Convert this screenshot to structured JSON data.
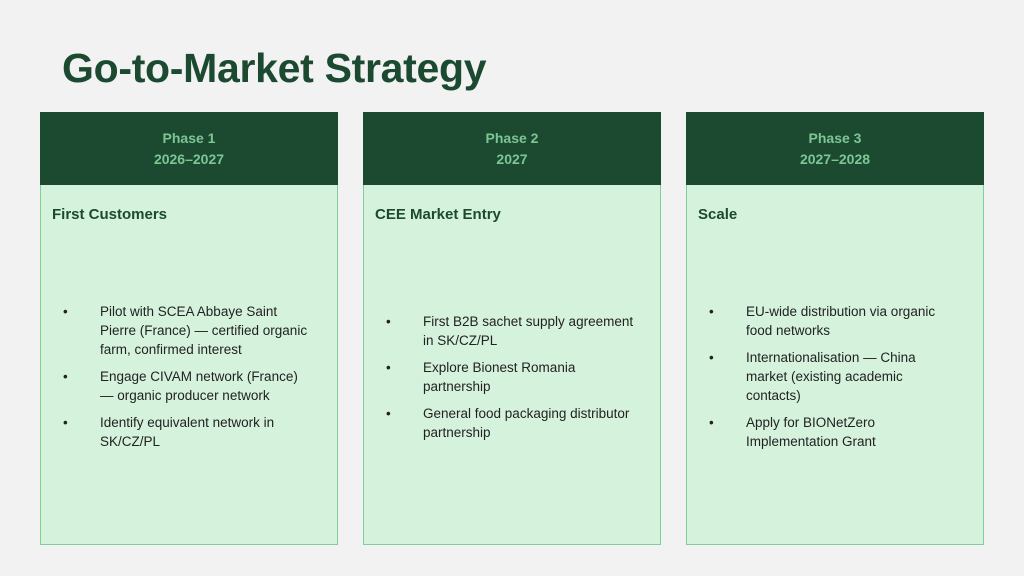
{
  "title": "Go-to-Market Strategy",
  "columns": [
    {
      "phase": "Phase 1",
      "years": "2026–2027",
      "heading": "First Customers",
      "bullets": [
        "Pilot with SCEA Abbaye Saint Pierre (France) — certified organic farm, confirmed interest",
        "Engage CIVAM network (France) — organic producer network",
        "Identify equivalent network in SK/CZ/PL"
      ]
    },
    {
      "phase": "Phase 2",
      "years": "2027",
      "heading": "CEE Market Entry",
      "bullets": [
        "First B2B sachet supply agreement in SK/CZ/PL",
        "Explore Bionest Romania partnership",
        "General food packaging distributor partnership"
      ]
    },
    {
      "phase": "Phase 3",
      "years": "2027–2028",
      "heading": "Scale",
      "bullets": [
        "EU-wide distribution via organic food networks",
        "Internationalisation — China market (existing academic contacts)",
        "Apply for BIONetZero Implementation Grant"
      ]
    }
  ],
  "colors": {
    "background": "#f2f2f2",
    "header_dark_green": "#1c4a31",
    "header_text_green": "#7ec594",
    "body_light_green": "#d5f2dc",
    "border_green": "#7fcf97"
  }
}
